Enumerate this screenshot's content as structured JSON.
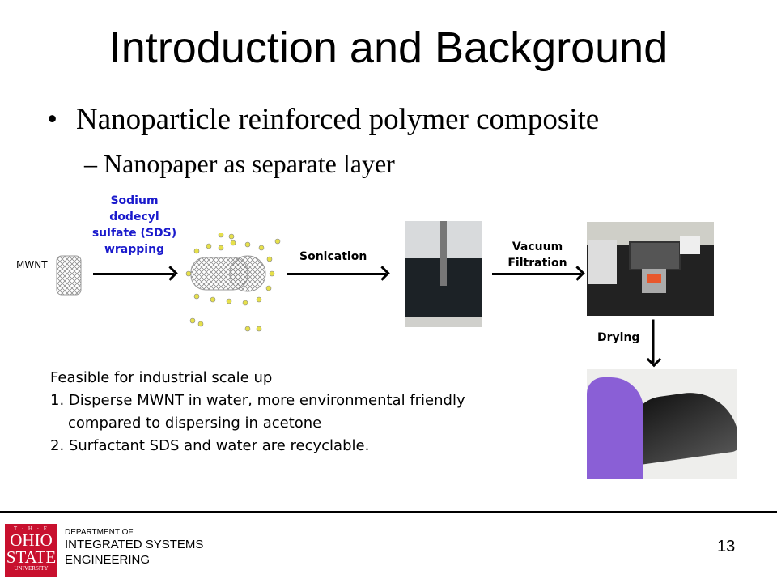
{
  "title": "Introduction and Background",
  "bullet": "Nanoparticle reinforced polymer composite",
  "sub_bullet": "Nanopaper as separate layer",
  "diagram": {
    "mwnt": "MWNT",
    "sds": [
      "Sodium",
      "dodecyl",
      "sulfate (SDS)",
      "wrapping"
    ],
    "sonication": "Sonication",
    "vacuum": [
      "Vacuum",
      "Filtration"
    ],
    "drying": "Drying"
  },
  "notes": [
    "Feasible for industrial scale up",
    "1. Disperse MWNT in water, more environmental friendly",
    "compared to dispersing in acetone",
    "2. Surfactant SDS and water are recyclable."
  ],
  "footer": {
    "logo": [
      "T · H · E",
      "OHIO",
      "STATE",
      "UNIVERSITY"
    ],
    "dept_small": "DEPARTMENT OF",
    "dept_line1": "INTEGRATED SYSTEMS",
    "dept_line2": "ENGINEERING",
    "page": "13"
  }
}
